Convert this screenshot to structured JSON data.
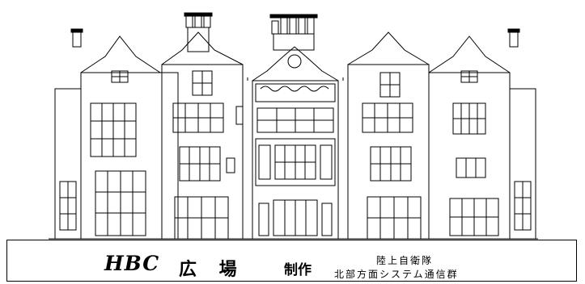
{
  "caption": {
    "brand": "HBC",
    "plaza": "広 場",
    "produced": "制作",
    "org_line1": "陸上自衛隊",
    "org_line2": "北部方面システム通信群"
  },
  "colors": {
    "ink": "#000000",
    "paper": "#ffffff"
  },
  "illustration": "building-facade-line-drawing"
}
